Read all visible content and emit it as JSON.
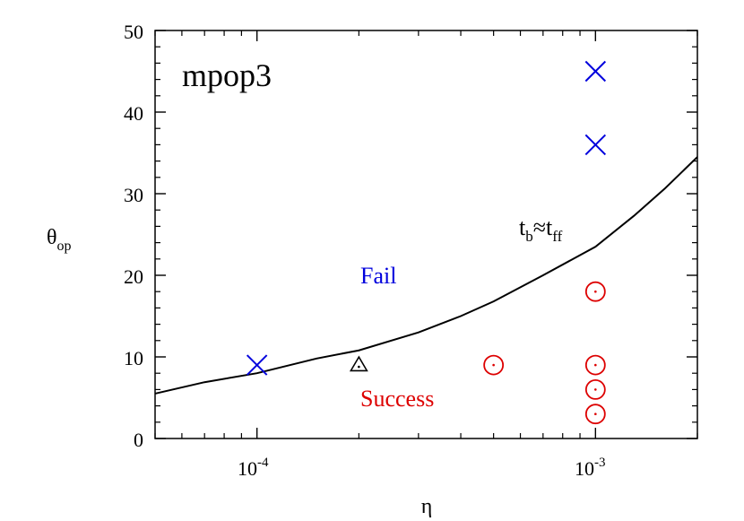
{
  "chart_data": {
    "type": "scatter",
    "panel_label": "mpop3",
    "xlabel": "η",
    "ylabel": {
      "base": "θ",
      "sub": "op"
    },
    "x_scale": "log",
    "xlim": [
      5e-05,
      0.002
    ],
    "ylim": [
      0,
      50
    ],
    "x_ticks": [
      {
        "value": 0.0001,
        "base": "10",
        "exp": "-4"
      },
      {
        "value": 0.001,
        "base": "10",
        "exp": "-3"
      }
    ],
    "y_ticks": [
      0,
      10,
      20,
      30,
      40,
      50
    ],
    "series": [
      {
        "name": "Fail",
        "marker": "x",
        "color": "#0000dd",
        "points": [
          [
            0.0001,
            9
          ],
          [
            0.001,
            45
          ],
          [
            0.001,
            36
          ]
        ]
      },
      {
        "name": "Success",
        "marker": "circle-dot",
        "color": "#dd0000",
        "points": [
          [
            0.0005,
            9
          ],
          [
            0.001,
            18
          ],
          [
            0.001,
            9
          ],
          [
            0.001,
            6
          ],
          [
            0.001,
            3
          ]
        ]
      },
      {
        "marker": "triangle-dot",
        "color": "#000000",
        "points": [
          [
            0.0002,
            9
          ]
        ]
      }
    ],
    "curve": {
      "color": "#000000",
      "points": [
        [
          5e-05,
          5.5
        ],
        [
          7e-05,
          6.9
        ],
        [
          0.0001,
          8.0
        ],
        [
          0.00015,
          9.8
        ],
        [
          0.0002,
          10.8
        ],
        [
          0.0003,
          13.0
        ],
        [
          0.0004,
          15.0
        ],
        [
          0.0005,
          16.8
        ],
        [
          0.0007,
          20.0
        ],
        [
          0.001,
          23.5
        ],
        [
          0.0013,
          27.3
        ],
        [
          0.0016,
          30.6
        ],
        [
          0.002,
          34.5
        ]
      ],
      "label": {
        "t1": "t",
        "s1": "b",
        "rel": "≈",
        "t2": "t",
        "s2": "ff"
      }
    },
    "region_labels": [
      {
        "text": "Fail",
        "color": "#0000dd"
      },
      {
        "text": "Success",
        "color": "#dd0000"
      }
    ]
  }
}
